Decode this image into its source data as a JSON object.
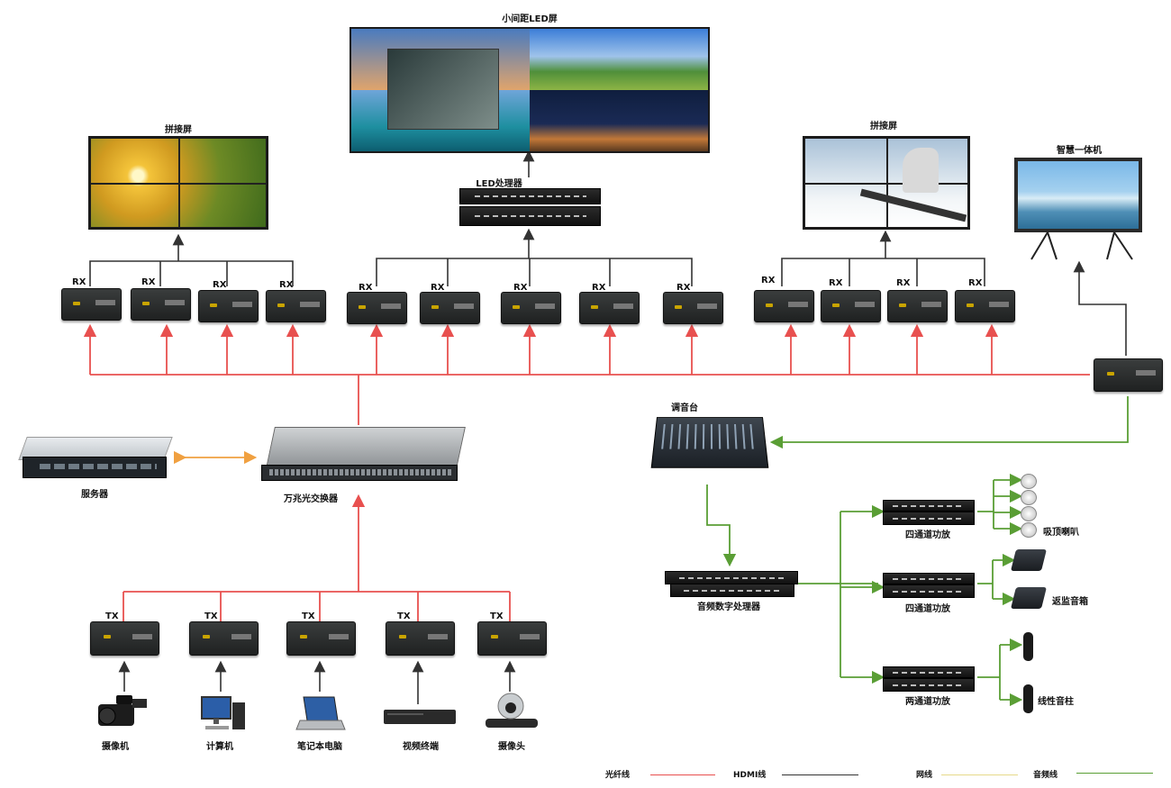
{
  "labels": {
    "small_led": "小间距LED屏",
    "splice_left": "拼接屏",
    "splice_right": "拼接屏",
    "led_processor": "LED处理器",
    "smart_board": "智慧一体机",
    "server": "服务器",
    "switch": "万兆光交换器",
    "mixer": "调音台",
    "dsp": "音频数字处理器",
    "amp1": "四通道功放",
    "amp2": "四通道功放",
    "amp3": "两通道功放",
    "ceiling_speaker": "吸顶喇叭",
    "monitor_speaker": "返监音箱",
    "column_speaker": "线性音柱",
    "rx": "RX",
    "tx": "TX",
    "src_camcorder": "摄像机",
    "src_computer": "计算机",
    "src_laptop": "笔记本电脑",
    "src_video_terminal": "视频终端",
    "src_camera": "摄像头"
  },
  "legend": {
    "fiber": "光纤线",
    "hdmi": "HDMI线",
    "network": "网线",
    "audio": "音频线"
  },
  "colors": {
    "fiber": "#e8504f",
    "hdmi": "#333333",
    "network": "#e6d98a",
    "audio": "#5a9e35",
    "ethernet": "#f0a040"
  }
}
